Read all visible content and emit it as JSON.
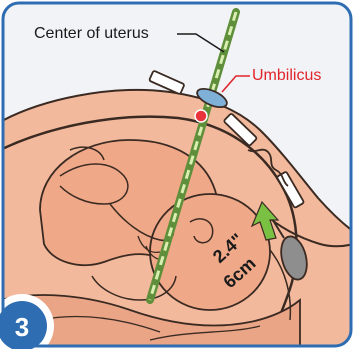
{
  "labels": {
    "center_of_uterus": "Center of uterus",
    "umbilicus": "Umbilicus",
    "measure_in": "2.4\"",
    "measure_cm": "6cm",
    "step_number": "3"
  },
  "colors": {
    "border": "#2f6db3",
    "background": "#f2f3f6",
    "skin": "#f2b99c",
    "skin_dark": "#e9a283",
    "outline": "#3a2a22",
    "guide_line": "#5f8f3a",
    "guide_dash": "#d9efb2",
    "umbilicus_label": "#e0252b",
    "marker_red": "#e8343a",
    "probe_blue": "#7fb0d8",
    "arrow_green": "#7ac043",
    "probe_gray": "#8e8e8e",
    "badge_blue": "#2f6db3"
  },
  "icons": {
    "step_badge": "step-number-badge",
    "direction_arrow": "green-arrow-icon"
  }
}
